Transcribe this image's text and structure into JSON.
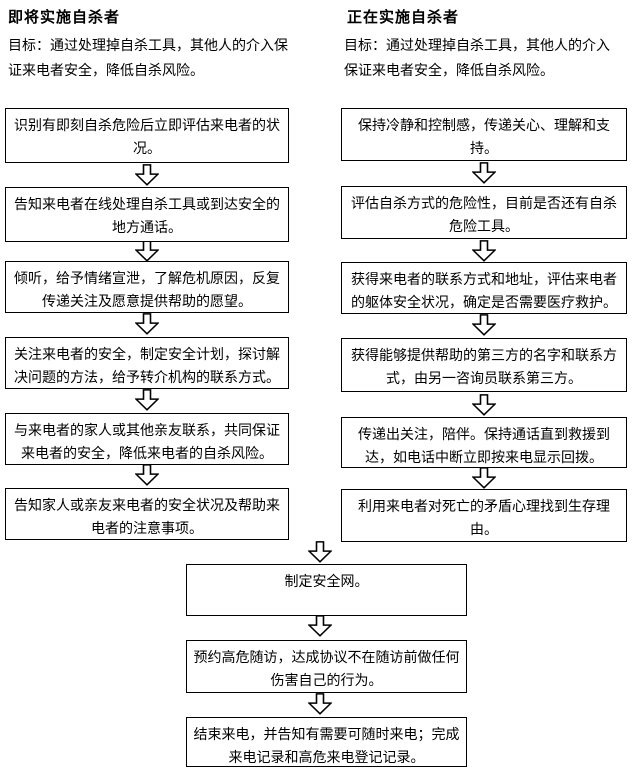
{
  "page": {
    "background": "#ffffff",
    "text_color": "#000000",
    "line_color": "#000000"
  },
  "columns": [
    {
      "id": "left",
      "title": "即将实施自杀者",
      "goal": "目标：通过处理掉自杀工具，其他人的介入保证来电者安全，降低自杀风险。",
      "steps": [
        "识别有即刻自杀危险后立即评估来电者的状况。",
        "告知来电者在线处理自杀工具或到达安全的地方通话。",
        "倾听，给予情绪宣泄，了解危机原因，反复传递关注及愿意提供帮助的愿望。",
        "关注来电者的安全，制定安全计划，探讨解决问题的方法，给予转介机构的联系方式。",
        "与来电者的家人或其他亲友联系，共同保证来电者的安全，降低来电者的自杀风险。",
        "告知家人或亲友来电者的安全状况及帮助来电者的注意事项。"
      ]
    },
    {
      "id": "right",
      "title": "正在实施自杀者",
      "goal": "目标：通过处理掉自杀工具，其他人的介入保证来电者安全，降低自杀风险。",
      "steps": [
        "保持冷静和控制感，传递关心、理解和支持。",
        "评估自杀方式的危险性，目前是否还有自杀危险工具。",
        "获得来电者的联系方式和地址，评估来电者的躯体安全状况，确定是否需要医疗救护。",
        "获得能够提供帮助的第三方的名字和联系方式，由另一咨询员联系第三方。",
        "传递出关注，陪伴。保持通话直到救援到达，如电话中断立即按来电显示回拨。",
        "利用来电者对死亡的矛盾心理找到生存理由。"
      ]
    }
  ],
  "shared_steps": [
    "制定安全网。",
    "预约高危随访，达成协议不在随访前做任何伤害自己的行为。",
    "结束来电，并告知有需要可随时来电；完成来电记录和高危来电登记记录。"
  ],
  "icons": {
    "down_arrow": "hollow-down-arrow"
  }
}
